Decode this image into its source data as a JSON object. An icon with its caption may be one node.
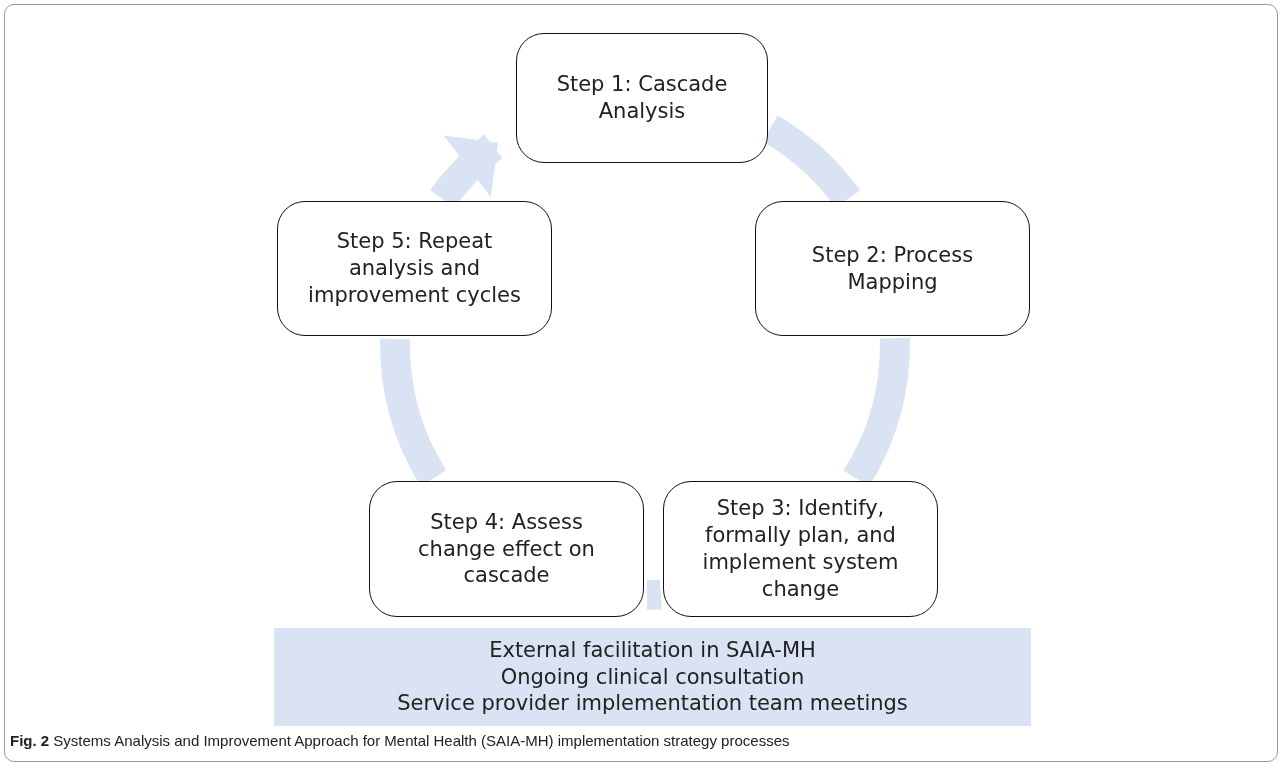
{
  "diagram": {
    "caption": "**Fig. 2** Systems Analysis and Improvement Approach for Mental Health (SAIA-MH) implementation strategy processes",
    "nodes": [
      {
        "text": [
          "Step 1: Cascade Analysis"
        ]
      },
      {
        "text": [
          "Step 2: Process Mapping"
        ]
      },
      {
        "text": [
          "Step 3: Identify, formally plan, and implement system change"
        ]
      },
      {
        "text": [
          "Step 4: Assess change effect on cascade"
        ]
      },
      {
        "text": [
          "Step 5: Repeat analysis and improvement cycles"
        ]
      },
      {
        "text": [
          "External facilitation in SAIA-MH",
          "Ongoing clinical consultation",
          "Service provider implementation team meetings"
        ]
      }
    ],
    "edges": [
      {
        "from": 0,
        "to": 1,
        "arrow": "none"
      },
      {
        "from": 1,
        "to": 2,
        "arrow": "none"
      },
      {
        "from": 2,
        "to": 3,
        "arrow": "none"
      },
      {
        "from": 3,
        "to": 4,
        "arrow": "none"
      },
      {
        "from": 4,
        "to": 0,
        "arrow": "to"
      }
    ]
  }
}
